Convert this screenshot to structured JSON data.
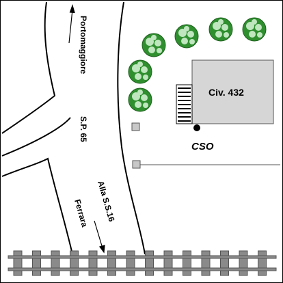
{
  "labels": {
    "direction_north": "Portomaggiore",
    "road_name": "S.P. 65",
    "direction_south_line1": "Alla S.S.16",
    "direction_south_line2": "Ferrara",
    "building": "Civ. 432",
    "outfall": "CSO"
  },
  "colors": {
    "background": "#ffffff",
    "road_edge": "#000000",
    "building_fill": "#d6d6d6",
    "building_stroke": "#555555",
    "tree_fill": "#2f8f2f",
    "tree_light": "#bfe6bf",
    "rail_fill": "#8a8a8a",
    "rail_stroke": "#555555",
    "manhole_fill": "#c8c8c8",
    "pipe_line": "#555555"
  },
  "icons": {
    "tree": "tree-icon",
    "stairs": "stairs-icon",
    "outfall_point": "outfall-point-icon",
    "manhole": "manhole-icon",
    "arrow": "arrow-icon",
    "railway": "railway-icon"
  }
}
